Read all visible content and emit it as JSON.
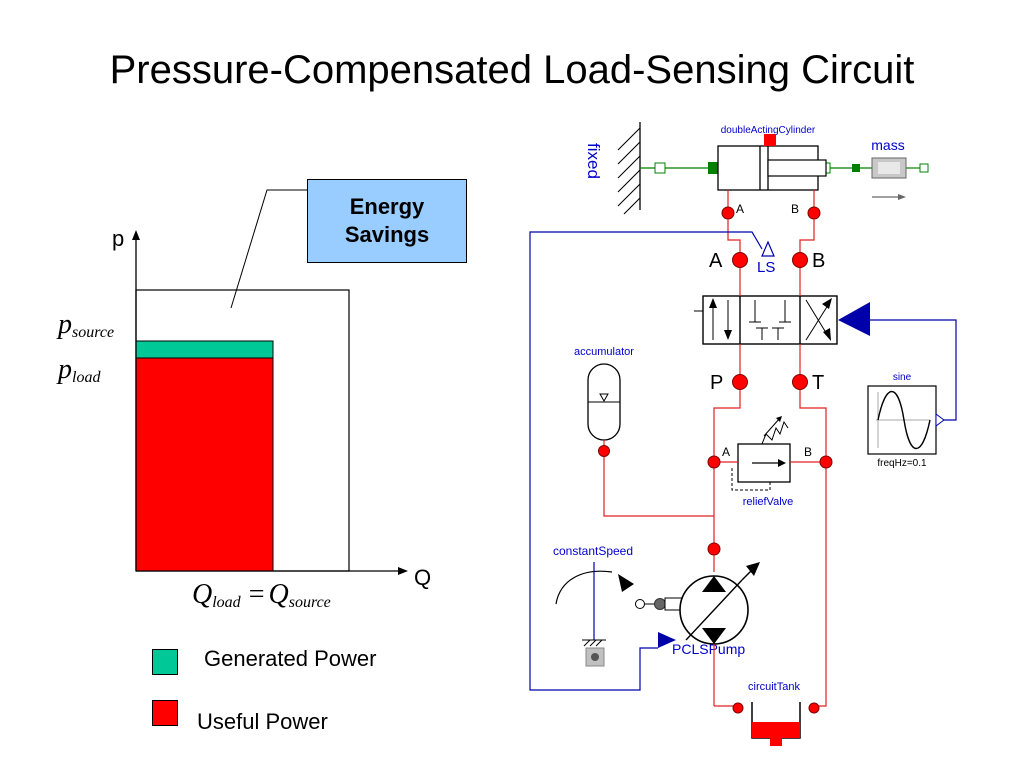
{
  "title": "Pressure-Compensated Load-Sensing Circuit",
  "power_chart": {
    "y_axis_label": "p",
    "x_axis_label": "Q",
    "p_source": {
      "base": "p",
      "subscript": "source"
    },
    "p_load": {
      "base": "p",
      "subscript": "load"
    },
    "q_equation": {
      "lhs_base": "Q",
      "lhs_sub": "load",
      "op": "=",
      "rhs_base": "Q",
      "rhs_sub": "source"
    },
    "energy_savings": {
      "line1": "Energy",
      "line2": "Savings"
    }
  },
  "legend": {
    "generated": {
      "label": "Generated Power",
      "color": "#00c896"
    },
    "useful": {
      "label": "Useful Power",
      "color": "#ff0000"
    }
  },
  "circuit": {
    "fixed": "fixed",
    "cylinder": "doubleActingCylinder",
    "cyl_a": "A",
    "cyl_b": "B",
    "mass": "mass",
    "valve_a": "A",
    "valve_b": "B",
    "ls": "LS",
    "port_p": "P",
    "port_t": "T",
    "accumulator": "accumulator",
    "sine": "sine",
    "freq": "freqHz=0.1",
    "relief_a": "A",
    "relief_b": "B",
    "relief_valve": "reliefValve",
    "constant_speed": "constantSpeed",
    "pump": "PCLSPump",
    "tank": "circuitTank"
  },
  "colors": {
    "hydraulic_line": "#e02020",
    "port_fill": "#ff0000",
    "signal_line": "#0000aa",
    "mech_line": "#008000",
    "savings_box": "#99ccff"
  }
}
